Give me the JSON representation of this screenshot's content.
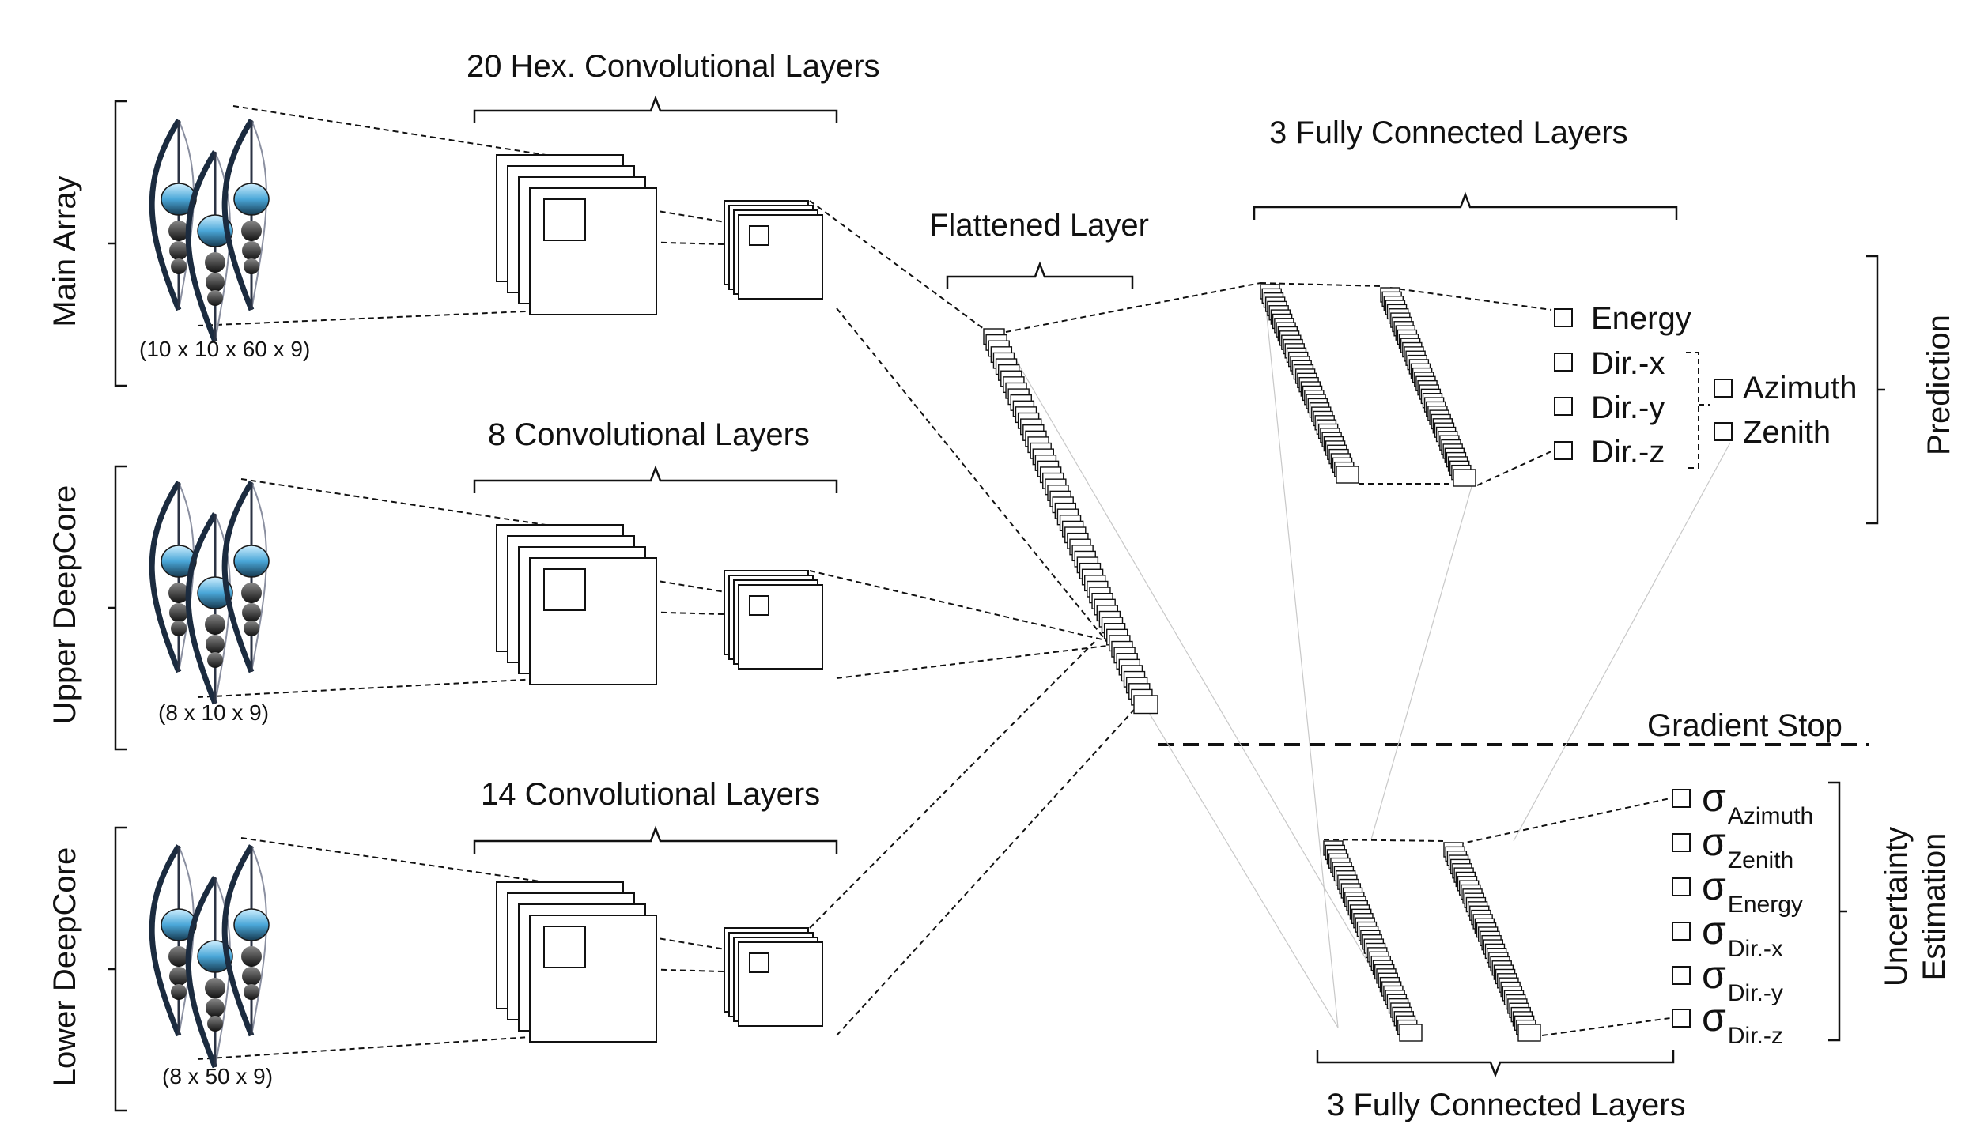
{
  "branches": [
    {
      "name": "Main Array",
      "shape": "(10 x 10 x 60 x 9)",
      "conv_label": "20 Hex. Convolutional Layers"
    },
    {
      "name": "Upper DeepCore",
      "shape": "(8 x 10 x 9)",
      "conv_label": "8 Convolutional Layers"
    },
    {
      "name": "Lower DeepCore",
      "shape": "(8 x 50 x 9)",
      "conv_label": "14 Convolutional Layers"
    }
  ],
  "flattened_label": "Flattened Layer",
  "fc_top_label": "3 Fully Connected Layers",
  "fc_bottom_label": "3 Fully Connected Layers",
  "gradient_stop_label": "Gradient Stop",
  "outputs": [
    "Energy",
    "Dir.-x",
    "Dir.-y",
    "Dir.-z"
  ],
  "derived_outputs": [
    "Azimuth",
    "Zenith"
  ],
  "prediction_label": "Prediction",
  "uncertainty_label": "Uncertainty Estimation",
  "sigma_symbol": "σ",
  "sigma_outputs": [
    "Azimuth",
    "Zenith",
    "Energy",
    "Dir.-x",
    "Dir.-y",
    "Dir.-z"
  ]
}
